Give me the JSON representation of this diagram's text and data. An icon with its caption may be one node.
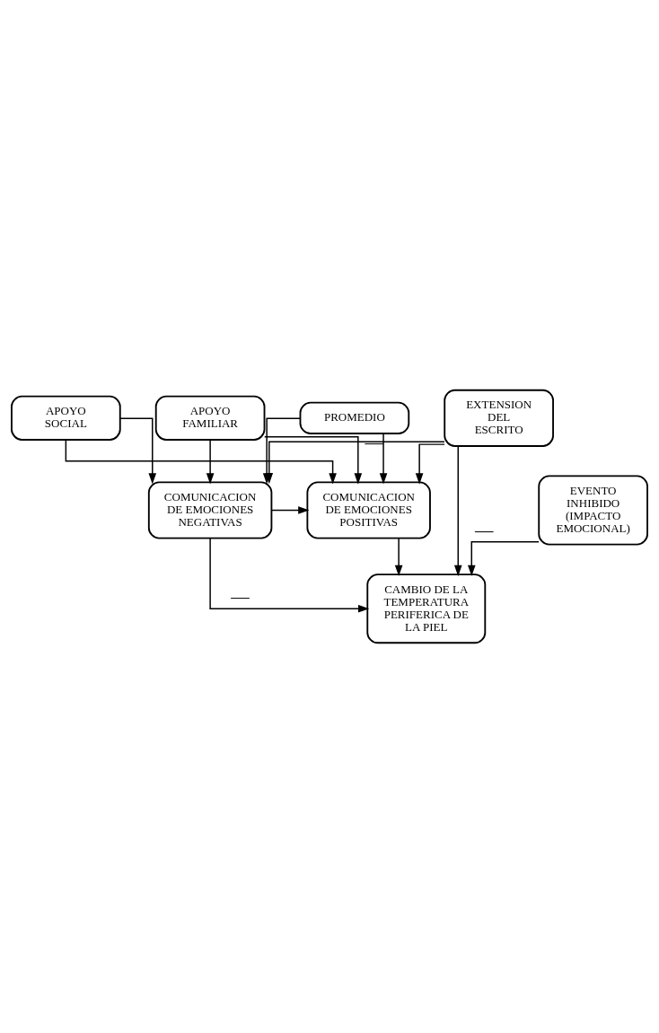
{
  "diagram": {
    "nodes": [
      {
        "text": [
          "APOYO SOCIAL"
        ]
      },
      {
        "text": [
          "APOYO FAMILIAR"
        ]
      },
      {
        "text": [
          "PROMEDIO"
        ]
      },
      {
        "text": [
          "COMUNICACION DE EMOCIONES POSITIVAS"
        ]
      },
      {
        "text": [
          "COMUNICACION DE EMOCIONES NEGATIVAS"
        ]
      },
      {
        "text": [
          "EXTENSION DEL ESCRITO"
        ]
      },
      {
        "text": [
          "CAMBIO DE LA TEMPERATURA PERIFERICA DE LA PIEL"
        ]
      },
      {
        "text": [
          "EVENTO INHIBIDO (IMPACTO EMOCIONAL)"
        ]
      }
    ],
    "edges": [
      {
        "from": 0,
        "to": 3,
        "arrow": "to"
      },
      {
        "from": 0,
        "to": 4,
        "arrow": "to"
      },
      {
        "from": 1,
        "to": 3,
        "arrow": "to"
      },
      {
        "from": 1,
        "to": 4,
        "arrow": "to"
      },
      {
        "from": 2,
        "to": 3,
        "arrow": "to",
        "label": "—"
      },
      {
        "from": 2,
        "to": 4,
        "arrow": "to"
      },
      {
        "from": 4,
        "to": 3,
        "arrow": "to"
      },
      {
        "from": 5,
        "to": 3,
        "arrow": "to"
      },
      {
        "from": 5,
        "to": 4,
        "arrow": "to"
      },
      {
        "from": 4,
        "to": 6,
        "arrow": "to",
        "label": "—"
      },
      {
        "from": 5,
        "to": 6,
        "arrow": "to"
      },
      {
        "from": 3,
        "to": 6,
        "arrow": "to"
      },
      {
        "from": 7,
        "to": 6,
        "arrow": "to",
        "label": "—"
      }
    ]
  }
}
